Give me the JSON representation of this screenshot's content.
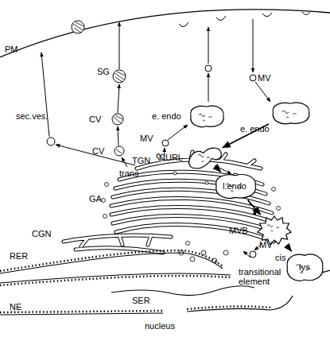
{
  "diagram": {
    "nodes": [
      {
        "text": [
          "e. endo"
        ]
      },
      {
        "text": [
          "e. endo"
        ]
      },
      {
        "text": [
          "CURL"
        ]
      },
      {
        "text": [
          "l.endo"
        ]
      },
      {
        "text": [
          "MVB"
        ]
      },
      {
        "text": [
          "lys"
        ]
      }
    ],
    "edges": [
      {
        "from": 1,
        "to": 2,
        "arrow": "to"
      },
      {
        "from": 2,
        "to": 3,
        "arrow": "to"
      },
      {
        "from": 3,
        "to": 4,
        "arrow": "to"
      },
      {
        "from": 4,
        "to": 5,
        "arrow": "to"
      }
    ],
    "labels": [
      "PM",
      "SG",
      "sec.ves.",
      "CV",
      "CV",
      "MV",
      "MV",
      "TGN",
      "trans",
      "GA",
      "MV",
      "cis",
      "CGN",
      "transitional element",
      "RER",
      "SER",
      "NE",
      "nucleus"
    ]
  }
}
